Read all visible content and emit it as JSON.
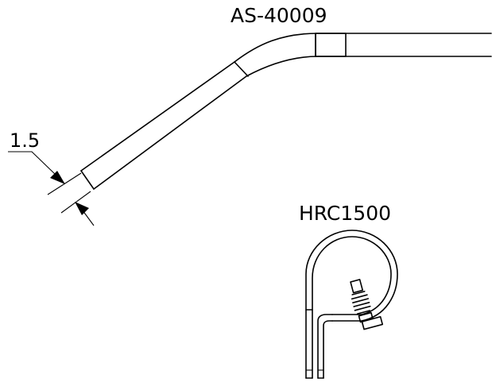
{
  "labels": {
    "tube_part": "AS-40009",
    "clamp_part": "HRC1500",
    "dimension": "1.5"
  },
  "colors": {
    "background": "#ffffff",
    "line": "#000000"
  }
}
